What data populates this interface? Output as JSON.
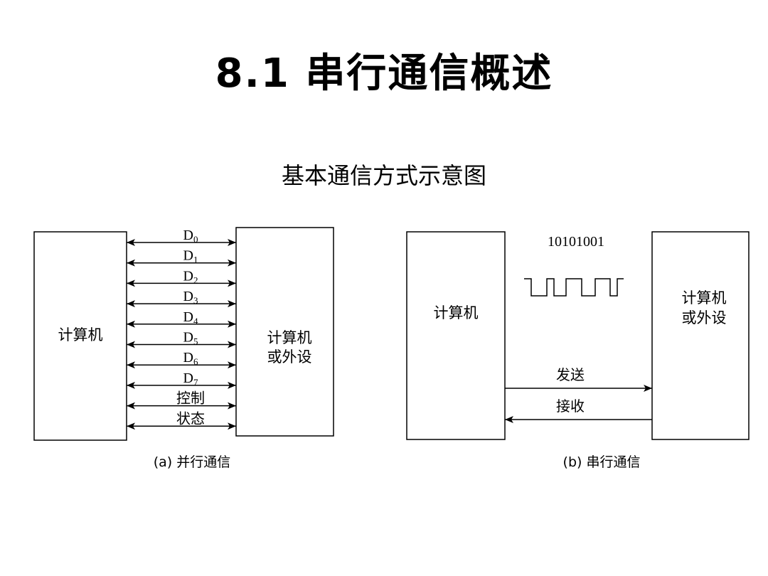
{
  "title": "8.1  串行通信概述",
  "subtitle": "基本通信方式示意图",
  "parallel": {
    "computer_label": "计算机",
    "device_label_lines": [
      "计算机",
      "或外设"
    ],
    "lines": [
      {
        "main": "D",
        "sub": "0"
      },
      {
        "main": "D",
        "sub": "1"
      },
      {
        "main": "D",
        "sub": "2"
      },
      {
        "main": "D",
        "sub": "3"
      },
      {
        "main": "D",
        "sub": "4"
      },
      {
        "main": "D",
        "sub": "5"
      },
      {
        "main": "D",
        "sub": "6"
      },
      {
        "main": "D",
        "sub": "7"
      },
      {
        "main": "控制",
        "sub": ""
      },
      {
        "main": "状态",
        "sub": ""
      }
    ],
    "caption": "(a)  并行通信"
  },
  "serial": {
    "computer_label": "计算机",
    "device_label_lines": [
      "计算机",
      "或外设"
    ],
    "bits": "10101001",
    "send_label": "发送",
    "receive_label": "接收",
    "caption": "(b)  串行通信"
  }
}
